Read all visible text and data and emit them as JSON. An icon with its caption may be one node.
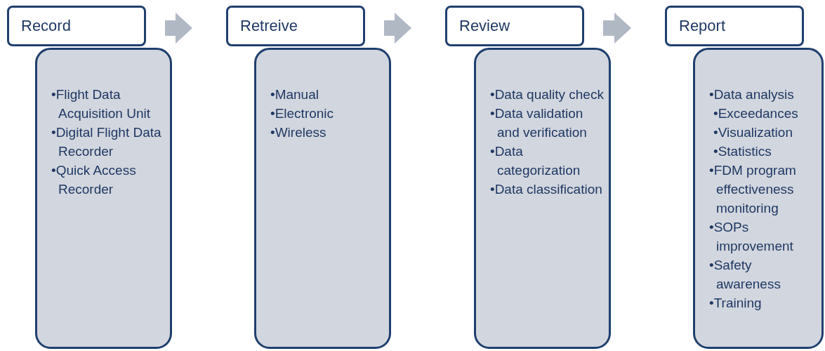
{
  "diagram": {
    "nodes": [
      {
        "text": [
          "Record"
        ]
      },
      {
        "text": [
          "•Flight Data Acquisition Unit",
          "•Digital Flight Data Recorder",
          "•Quick Access Recorder"
        ]
      },
      {
        "text": [
          "Retreive"
        ]
      },
      {
        "text": [
          "•Manual",
          "•Electronic",
          "•Wireless"
        ]
      },
      {
        "text": [
          "Review"
        ]
      },
      {
        "text": [
          "•Data quality check",
          "•Data validation and verification",
          "•Data categorization",
          "•Data classification"
        ]
      },
      {
        "text": [
          "Report"
        ]
      },
      {
        "text": [
          "•Data analysis",
          "•Exceedances",
          "•Visualization",
          "•Statistics",
          "•FDM program effectiveness monitoring",
          "•SOPs improvement",
          "•Safety awareness",
          "•Training"
        ]
      }
    ],
    "edges": [
      {
        "from": 0,
        "to": 2,
        "arrow": "to"
      },
      {
        "from": 2,
        "to": 4,
        "arrow": "to"
      },
      {
        "from": 4,
        "to": 6,
        "arrow": "to"
      }
    ]
  }
}
